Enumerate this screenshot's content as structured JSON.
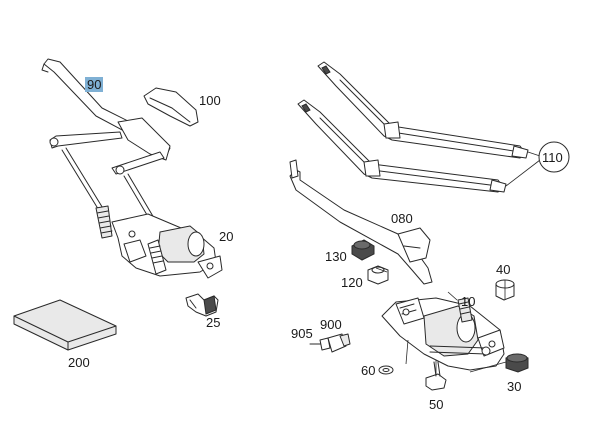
{
  "highlight_color": "#7fb0d4",
  "labels": {
    "l90": "90",
    "l100": "100",
    "l20": "20",
    "l25": "25",
    "l200": "200",
    "l110": "110",
    "l080": "080",
    "l130": "130",
    "l120": "120",
    "l40": "40",
    "l10": "10",
    "l905": "905",
    "l900": "900",
    "l60": "60",
    "l30": "30",
    "l50": "50"
  }
}
